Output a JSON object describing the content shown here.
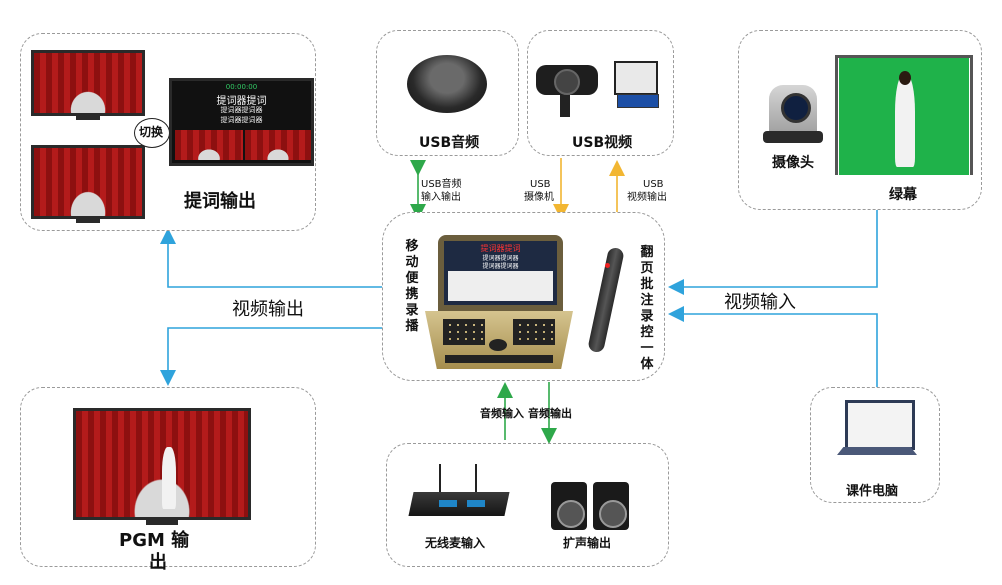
{
  "nodes": {
    "teleprompter": {
      "label": "提词输出",
      "switch_label": "切换",
      "screen_time": "00:00:00",
      "screen_lines": [
        "提词器提词",
        "提词器提词器",
        "提词器提词器"
      ]
    },
    "usb_audio": {
      "label": "USB音频"
    },
    "usb_video": {
      "label": "USB视频"
    },
    "camera": {
      "label": "摄像头"
    },
    "greenscreen": {
      "label": "绿幕"
    },
    "center_left": {
      "label": "移动便携录播"
    },
    "center_right": {
      "label": "翻页批注录控一体"
    },
    "center_screen": {
      "title": "提词器提词",
      "lines": [
        "提词器提词器",
        "提词器提词器"
      ]
    },
    "pgm": {
      "label_line1": "PGM 输",
      "label_line2": "出"
    },
    "mic": {
      "label": "无线麦输入"
    },
    "speaker": {
      "label": "扩声输出"
    },
    "courseware": {
      "label": "课件电脑"
    }
  },
  "edges": {
    "usb_audio": {
      "line1": "USB音频",
      "line2": "输入输出"
    },
    "usb_camera": {
      "line1": "USB",
      "line2": "摄像机"
    },
    "usb_video": {
      "line1": "USB",
      "line2": "视频输出"
    },
    "video_out": "视频输出",
    "video_in": "视频输入",
    "audio_in": "音频输入",
    "audio_out": "音频输出"
  },
  "colors": {
    "blue": "#2fa3dc",
    "green": "#2ea84a",
    "yellow": "#f2b632"
  }
}
